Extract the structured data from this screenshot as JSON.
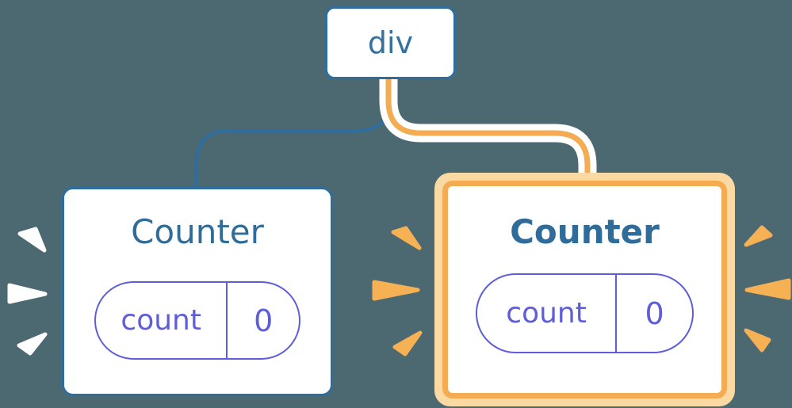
{
  "background_color": "#4C6972",
  "colors": {
    "node_border_blue": "#2E6E9E",
    "node_text_blue": "#35719E",
    "edge_blue": "#2E6E9E",
    "edge_orange": "#F5AB52",
    "edge_casing_white": "#FFFFFF",
    "highlight_ring_peach": "#FBD9A3",
    "highlight_border_orange": "#F5AB52",
    "pill_purple": "#5E5EDB",
    "card_background": "#FFFFFF",
    "burst_white": "#FFFFFF",
    "burst_orange": "#F6B155"
  },
  "tree": {
    "root": {
      "label": "div"
    },
    "children": [
      {
        "title": "Counter",
        "highlighted": false,
        "state": {
          "key": "count",
          "value": "0"
        }
      },
      {
        "title": "Counter",
        "highlighted": true,
        "state": {
          "key": "count",
          "value": "0"
        }
      }
    ]
  },
  "icons": {
    "burst-left-counter": "emphasis burst of 3 white wedges",
    "burst-right-counter-left": "emphasis burst of 3 orange wedges",
    "burst-right-counter-right": "emphasis burst of 3 orange wedges"
  }
}
